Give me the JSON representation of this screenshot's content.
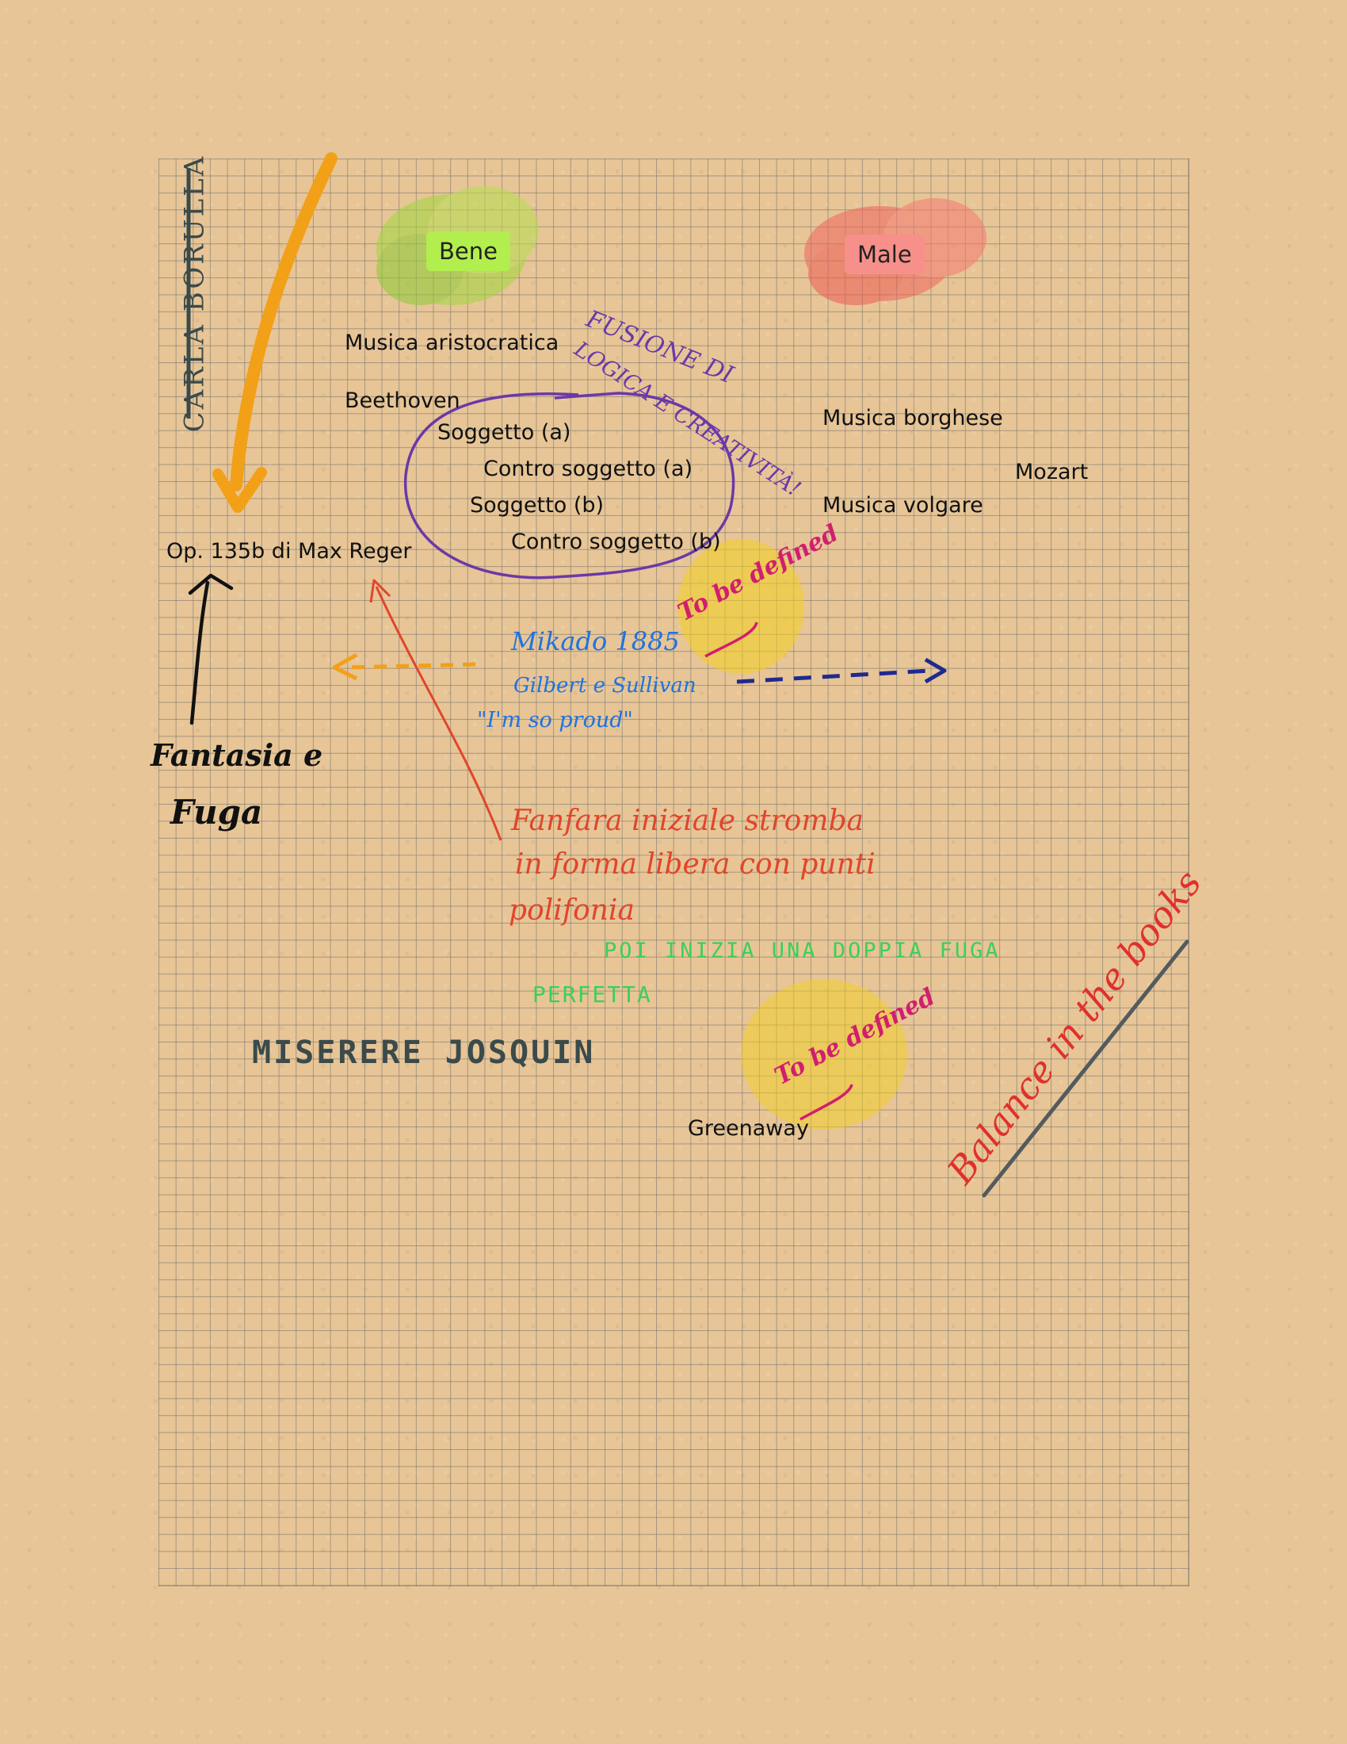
{
  "author_signature": "CARLA BORULLA",
  "labels": {
    "good": "Bene",
    "bad": "Male"
  },
  "colors": {
    "good_bg": "#a8e04a",
    "bad_bg": "#f07a78",
    "orange": "#f2a018",
    "purple": "#6a39a8",
    "blue": "#1e73e0",
    "red": "#e0462c",
    "magenta": "#d21e6e",
    "green": "#3ccf5a",
    "navy": "#202a8e"
  },
  "notes": {
    "musica_aristocratica": "Musica aristocratica",
    "beethoven": "Beethoven",
    "soggetto_a": "Soggetto (a)",
    "contro_soggetto_a": "Contro soggetto (a)",
    "soggetto_b": "Soggetto (b)",
    "contro_soggetto_b": "Contro soggetto (b)",
    "musica_borghese": "Musica borghese",
    "mozart": "Mozart",
    "musica_volgare": "Musica volgare",
    "op135b": "Op. 135b di Max Reger",
    "greenaway": "Greenaway"
  },
  "handwriting": {
    "fusione_line1": "FUSIONE DI",
    "fusione_line2": "LOGICA E CREATIVITÀ!",
    "tbd_1": "To be defined",
    "tbd_2": "To be defined",
    "mikado_line1": "Mikado 1885",
    "mikado_line2": "Gilbert e Sullivan",
    "mikado_line3": "\"I'm so proud\"",
    "fantasia_line1": "Fantasia e",
    "fantasia_line2": "Fuga",
    "fanfara_line1": "Fanfara iniziale stromba",
    "fanfara_line2": "in forma libera con punti",
    "fanfara_line3": "polifonia",
    "doppia_fuga": "POI INIZIA UNA DOPPIA FUGA",
    "perfetta": "PERFETTA",
    "miserere": "MISERERE   JOSQUIN",
    "balance": "Balance in the books"
  }
}
